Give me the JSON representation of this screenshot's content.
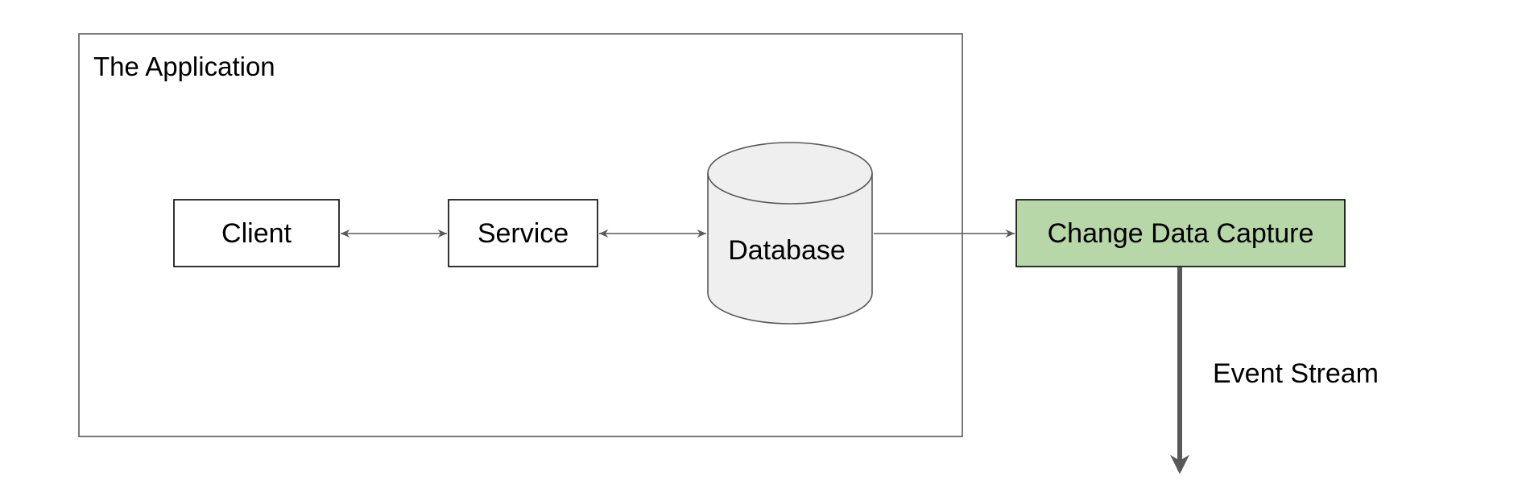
{
  "diagram": {
    "container": {
      "title": "The Application"
    },
    "nodes": {
      "client": "Client",
      "service": "Service",
      "database": "Database",
      "cdc": "Change Data Capture"
    },
    "edges": {
      "event_stream_label": "Event Stream"
    }
  },
  "colors": {
    "cdc_fill": "#b7d7a8",
    "database_fill": "#efefef",
    "border": "#3f3f3f",
    "arrow": "#595959"
  }
}
